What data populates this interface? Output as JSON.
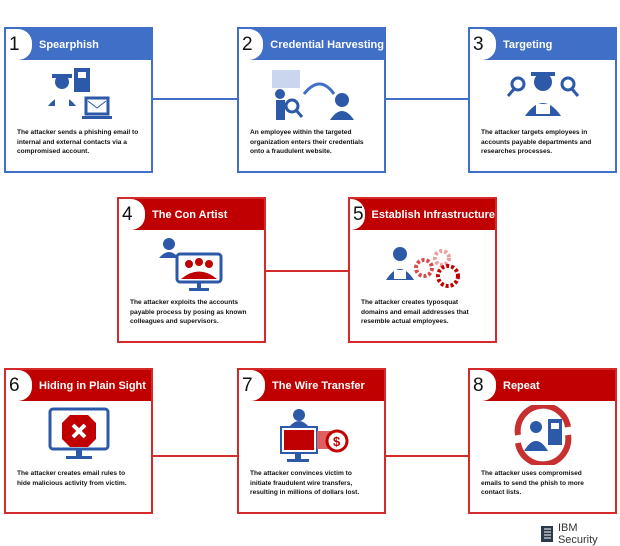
{
  "steps": [
    {
      "num": "1",
      "title": "Spearphish",
      "desc": "The attacker sends a phishing email to internal and external contacts via a compromised account.",
      "color": "blue"
    },
    {
      "num": "2",
      "title": "Credential Harvesting",
      "desc": "An employee within the targeted organization enters their credentials onto a fraudulent website.",
      "color": "blue"
    },
    {
      "num": "3",
      "title": "Targeting",
      "desc": "The attacker targets employees in accounts payable departments and researches processes.",
      "color": "blue"
    },
    {
      "num": "4",
      "title": "The Con Artist",
      "desc": "The attacker exploits the accounts payable process by posing as known colleagues and supervisors.",
      "color": "red"
    },
    {
      "num": "5",
      "title": "Establish Infrastructure",
      "desc": "The attacker creates typosquat domains and email addresses that resemble actual employees.",
      "color": "red"
    },
    {
      "num": "6",
      "title": "Hiding in Plain Sight",
      "desc": "The attacker creates email rules to hide malicious activity from victim.",
      "color": "red"
    },
    {
      "num": "7",
      "title": "The Wire Transfer",
      "desc": "The attacker convinces victim to initiate fraudulent wire transfers, resulting in millions of dollars lost.",
      "color": "red"
    },
    {
      "num": "8",
      "title": "Repeat",
      "desc": "The attacker uses compromised emails to send the phish to more contact lists.",
      "color": "red"
    }
  ],
  "logo": "IBM Security",
  "colors": {
    "blue": "#3f6fc6",
    "red": "#c00000"
  }
}
